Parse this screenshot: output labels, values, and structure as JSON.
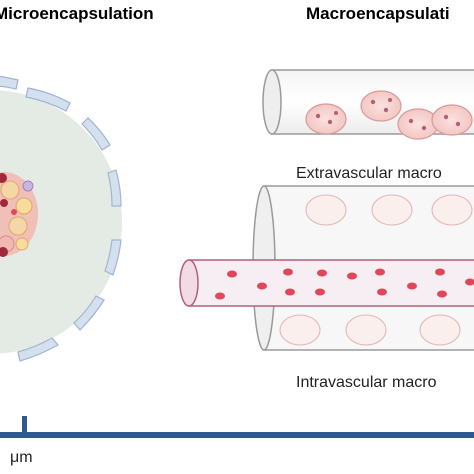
{
  "titles": {
    "micro": "Microencapsulation",
    "macro": "Macroencapsulati"
  },
  "captions": {
    "extravascular": "Extravascular macro",
    "intravascular": "Intravascular macro"
  },
  "scale": {
    "unit": "μm"
  },
  "colors": {
    "capsule": "#e4ebe4",
    "membrane": "#d4e0ee",
    "vessel_wall": "#b55e7a",
    "vessel_fill": "#f6eef2",
    "rbc": "#e0475b",
    "islet": "#f3c4c2",
    "axis": "#2f5a8c"
  }
}
